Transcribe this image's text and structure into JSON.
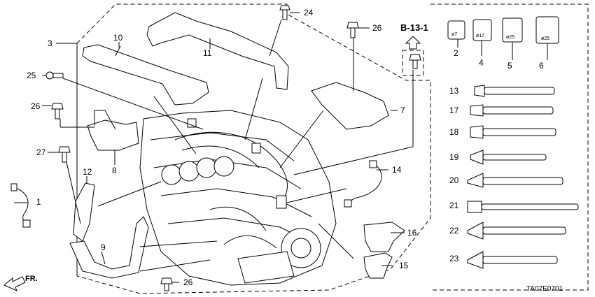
{
  "callouts": {
    "c1": "1",
    "c2": "2",
    "c3": "3",
    "c4": "4",
    "c5": "5",
    "c6": "6",
    "c7": "7",
    "c8": "8",
    "c9": "9",
    "c10": "10",
    "c11": "11",
    "c12": "12",
    "c13": "13",
    "c14": "14",
    "c15": "15",
    "c16": "16",
    "c17": "17",
    "c18": "18",
    "c19": "19",
    "c20": "20",
    "c21": "21",
    "c22": "22",
    "c23": "23",
    "c24": "24",
    "c25": "25",
    "c26a": "26",
    "c26b": "26",
    "c26c": "26",
    "c27": "27"
  },
  "clip_sizes": {
    "s2": "ø7",
    "s4": "ø17",
    "s5": "ø25",
    "s6": "ø25"
  },
  "reference": "B-13-1",
  "direction": "FR.",
  "drawing_code": "TA07E0701"
}
